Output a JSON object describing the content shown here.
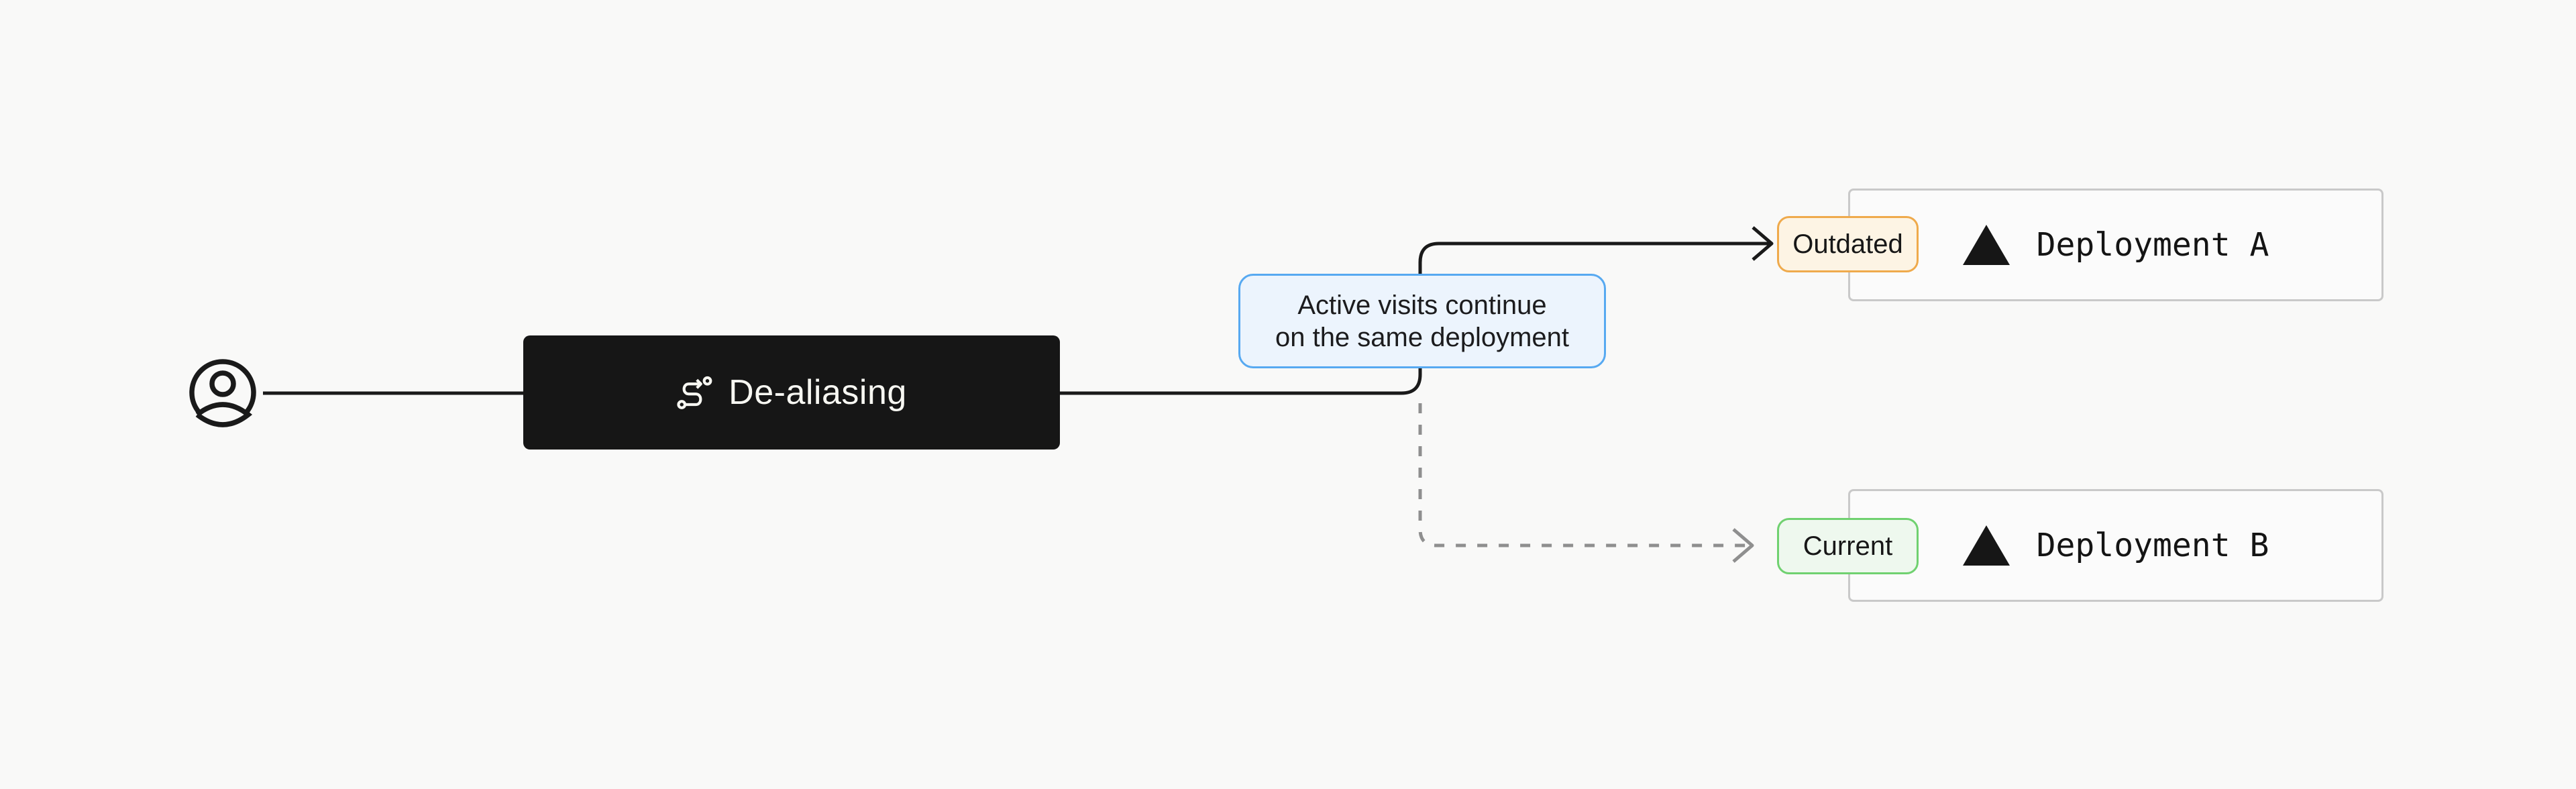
{
  "diagram": {
    "user": {
      "icon": "user-circle-icon"
    },
    "dealiasing": {
      "label": "De-aliasing",
      "icon": "route-icon"
    },
    "tooltip": {
      "line1": "Active visits continue",
      "line2": "on the same deployment"
    },
    "deployment_a": {
      "label": "Deployment A",
      "badge": "Outdated",
      "icon": "vercel-triangle-icon"
    },
    "deployment_b": {
      "label": "Deployment B",
      "badge": "Current",
      "icon": "vercel-triangle-icon"
    },
    "connectors": {
      "user_to_dealiasing": "solid",
      "dealiasing_to_deployment_a": "solid-arrow",
      "dealiasing_to_deployment_b": "dashed-arrow"
    }
  },
  "colors": {
    "background": "#f9f9f8",
    "ink": "#1a1a1a",
    "node_bg": "#161616",
    "node_text": "#f7f7f2",
    "connector_muted": "#8f8f8f",
    "tooltip_bg": "#ecf4fd",
    "tooltip_border": "#57a9f1",
    "outdated_bg": "#fdf4e4",
    "outdated_border": "#efaa4c",
    "current_bg": "#eef8ee",
    "current_border": "#70d170",
    "card_bg": "#fbfbfb",
    "card_border": "#c9c9c9"
  }
}
